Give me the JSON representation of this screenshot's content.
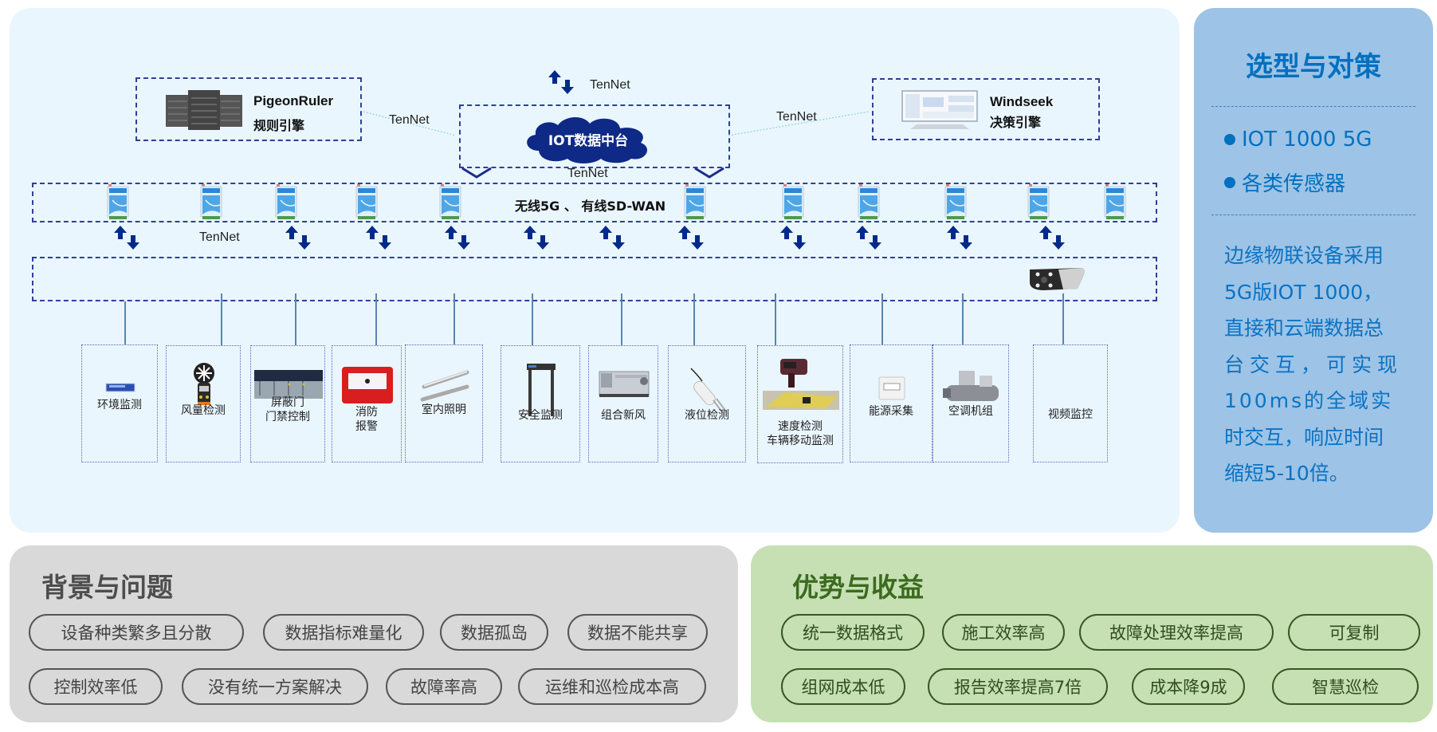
{
  "architecture": {
    "network_label": "TenNet",
    "rule_engine": {
      "name": "PigeonRuler",
      "subtitle": "规则引擎",
      "icon": "server-rack-icon"
    },
    "decision_engine": {
      "name": "Windseek",
      "subtitle": "决策引擎",
      "icon": "monitor-dashboard-icon"
    },
    "data_platform": {
      "label": "IOT数据中台",
      "icon": "cloud-icon"
    },
    "network_layer": {
      "label": "无线5G 、 有线SD-WAN",
      "gateway_icon": "iot-gateway-icon",
      "gateway_count": 11
    },
    "camera": {
      "icon": "bullet-camera-icon"
    },
    "devices": [
      {
        "label": "环境监测",
        "icon": "environment-sensor-icon"
      },
      {
        "label": "风量检测",
        "icon": "anemometer-icon"
      },
      {
        "label": "屏蔽门\n门禁控制",
        "icon": "screen-door-icon"
      },
      {
        "label": "消防\n报警",
        "icon": "fire-alarm-icon"
      },
      {
        "label": "室内照明",
        "icon": "light-tube-icon"
      },
      {
        "label": "安全监测",
        "icon": "security-gate-icon"
      },
      {
        "label": "组合新风",
        "icon": "air-handler-icon"
      },
      {
        "label": "液位检测",
        "icon": "level-probe-icon"
      },
      {
        "label": "速度检测\n车辆移动监测",
        "icon": "speed-radar-icon"
      },
      {
        "label": "能源采集",
        "icon": "energy-meter-icon"
      },
      {
        "label": "空调机组",
        "icon": "chiller-icon"
      },
      {
        "label": "视频监控",
        "icon": "video-camera-icon"
      }
    ]
  },
  "strategy": {
    "title": "选型与对策",
    "bullets": [
      "IOT 1000 5G",
      "各类传感器"
    ],
    "description_lines": [
      "边缘物联设备采用",
      "5G版IOT  1000，",
      "直接和云端数据总",
      "台交互，可实现",
      "100ms的全域实",
      "时交互，响应时间",
      "缩短5-10倍。"
    ]
  },
  "background": {
    "title": "背景与问题",
    "row1": [
      "设备种类繁多且分散",
      "数据指标难量化",
      "数据孤岛",
      "数据不能共享"
    ],
    "row2": [
      "控制效率低",
      "没有统一方案解决",
      "故障率高",
      "运维和巡检成本高"
    ]
  },
  "benefits": {
    "title": "优势与收益",
    "row1": [
      "统一数据格式",
      "施工效率高",
      "故障处理效率提高",
      "可复制"
    ],
    "row2": [
      "组网成本低",
      "报告效率提高7倍",
      "成本降9成",
      "智慧巡检"
    ]
  },
  "colors": {
    "arrow": "#002a8a",
    "dash": "#2f3f9a",
    "strategy_text": "#0070c0",
    "benefit_text": "#3c6a1f",
    "background_text": "#4d4d4d"
  }
}
